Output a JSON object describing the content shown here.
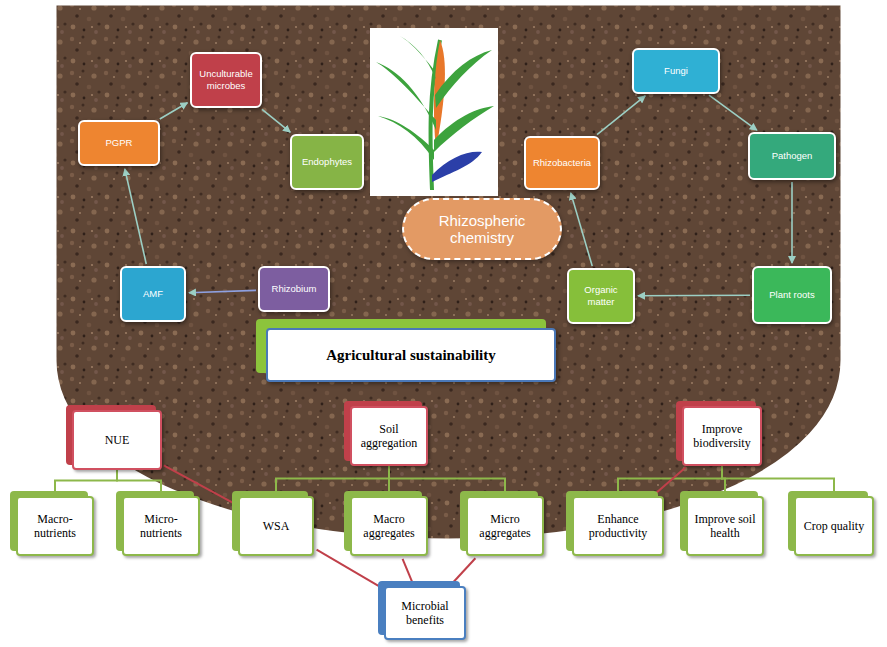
{
  "diagram": {
    "nodes": [
      {
        "text": [
          "Unculturable microbes"
        ]
      },
      {
        "text": [
          "Fungi"
        ]
      },
      {
        "text": [
          "PGPR"
        ]
      },
      {
        "text": [
          "Endophytes"
        ]
      },
      {
        "text": [
          "Rhizobacteria"
        ]
      },
      {
        "text": [
          "Pathogen"
        ]
      },
      {
        "text": [
          "Rhizospheric chemistry"
        ]
      },
      {
        "text": [
          "AMF"
        ]
      },
      {
        "text": [
          "Rhizobium"
        ]
      },
      {
        "text": [
          "Organic matter"
        ]
      },
      {
        "text": [
          "Plant roots"
        ]
      },
      {
        "text": [
          "Agricultural sustainability"
        ]
      },
      {
        "text": [
          "NUE"
        ]
      },
      {
        "text": [
          "Soil aggregation"
        ]
      },
      {
        "text": [
          "Improve biodiversity"
        ]
      },
      {
        "text": [
          "Macro-nutrients"
        ]
      },
      {
        "text": [
          "Micro-nutrients"
        ]
      },
      {
        "text": [
          "WSA"
        ]
      },
      {
        "text": [
          "Macro aggregates"
        ]
      },
      {
        "text": [
          "Micro aggregates"
        ]
      },
      {
        "text": [
          "Enhance productivity"
        ]
      },
      {
        "text": [
          "Improve soil health"
        ]
      },
      {
        "text": [
          "Crop quality"
        ]
      },
      {
        "text": [
          "Microbial benefits"
        ]
      }
    ],
    "edges": [
      {
        "from": 2,
        "to": 0,
        "arrow": "to"
      },
      {
        "from": 0,
        "to": 3,
        "arrow": "to"
      },
      {
        "from": 7,
        "to": 2,
        "arrow": "to"
      },
      {
        "from": 8,
        "to": 7,
        "arrow": "to"
      },
      {
        "from": 4,
        "to": 1,
        "arrow": "to"
      },
      {
        "from": 1,
        "to": 5,
        "arrow": "to"
      },
      {
        "from": 5,
        "to": 10,
        "arrow": "to"
      },
      {
        "from": 10,
        "to": 9,
        "arrow": "to"
      },
      {
        "from": 9,
        "to": 4,
        "arrow": "to"
      },
      {
        "from": 12,
        "to": 15,
        "arrow": "none"
      },
      {
        "from": 12,
        "to": 16,
        "arrow": "none"
      },
      {
        "from": 13,
        "to": 17,
        "arrow": "none"
      },
      {
        "from": 13,
        "to": 18,
        "arrow": "none"
      },
      {
        "from": 13,
        "to": 19,
        "arrow": "none"
      },
      {
        "from": 14,
        "to": 20,
        "arrow": "none"
      },
      {
        "from": 14,
        "to": 21,
        "arrow": "none"
      },
      {
        "from": 14,
        "to": 22,
        "arrow": "none"
      },
      {
        "from": 12,
        "to": 17,
        "arrow": "none"
      },
      {
        "from": 14,
        "to": 20,
        "arrow": "none"
      },
      {
        "from": 23,
        "to": 17,
        "arrow": "none"
      },
      {
        "from": 23,
        "to": 18,
        "arrow": "none"
      },
      {
        "from": 23,
        "to": 19,
        "arrow": "none"
      }
    ]
  }
}
